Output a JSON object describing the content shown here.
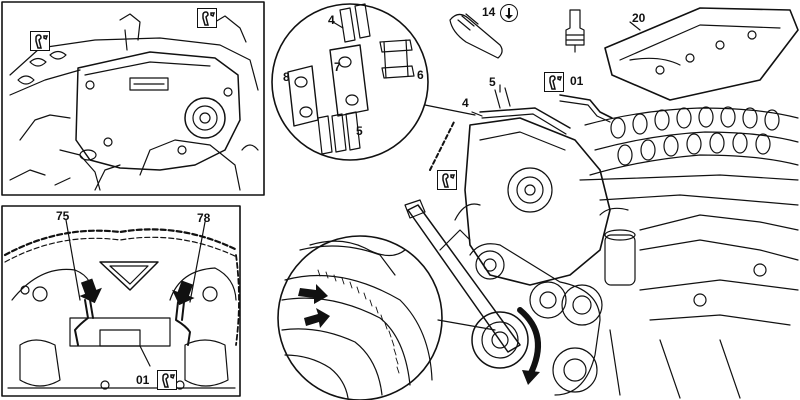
{
  "figure": {
    "background": "#ffffff",
    "line_color": "#111111",
    "panels": {
      "top_left": {
        "spec_icon": "wrench-spec-icon"
      },
      "bottom_left": {
        "labels": {
          "left": "75",
          "right": "78",
          "tool": "01"
        },
        "spec_icon": "wrench-spec-icon"
      },
      "main": {
        "labels": {
          "tool_01": "01",
          "guide_4": "4",
          "guide_5": "5",
          "bolt_14": "14",
          "cover_20": "20"
        },
        "spec_icons": [
          "wrench-spec-icon",
          "torque-icon"
        ]
      },
      "chain_detail": {
        "labels": {
          "top": "4",
          "left": "8",
          "middle": "7",
          "right": "6",
          "bottom": "5"
        }
      }
    }
  }
}
